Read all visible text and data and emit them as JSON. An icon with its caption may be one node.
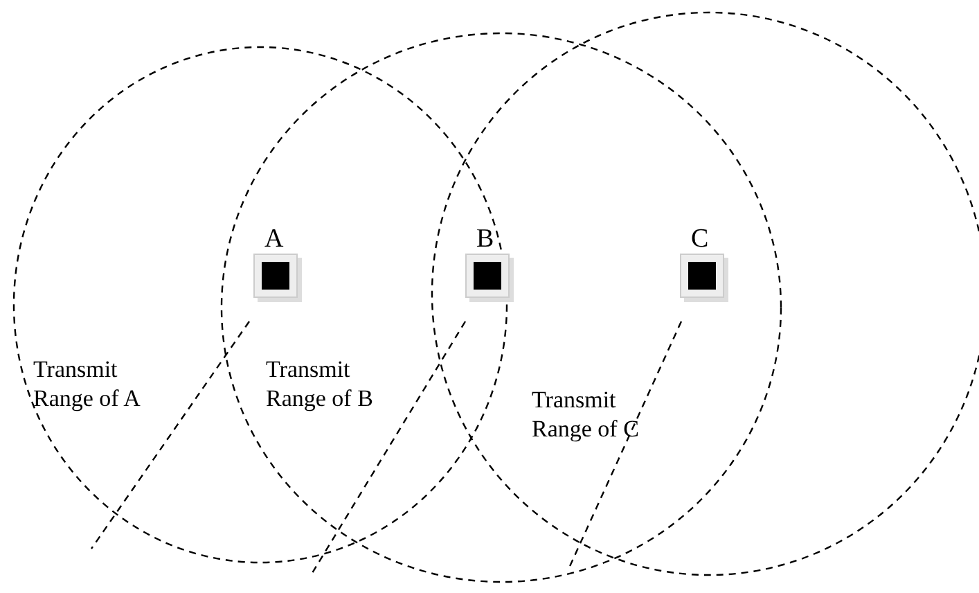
{
  "diagram": {
    "nodes": [
      {
        "text": [
          "A"
        ]
      },
      {
        "text": [
          "B"
        ]
      },
      {
        "text": [
          "C"
        ]
      }
    ],
    "labels": [
      "Transmit Range of A",
      "Transmit Range of B",
      "Transmit Range of C"
    ]
  }
}
